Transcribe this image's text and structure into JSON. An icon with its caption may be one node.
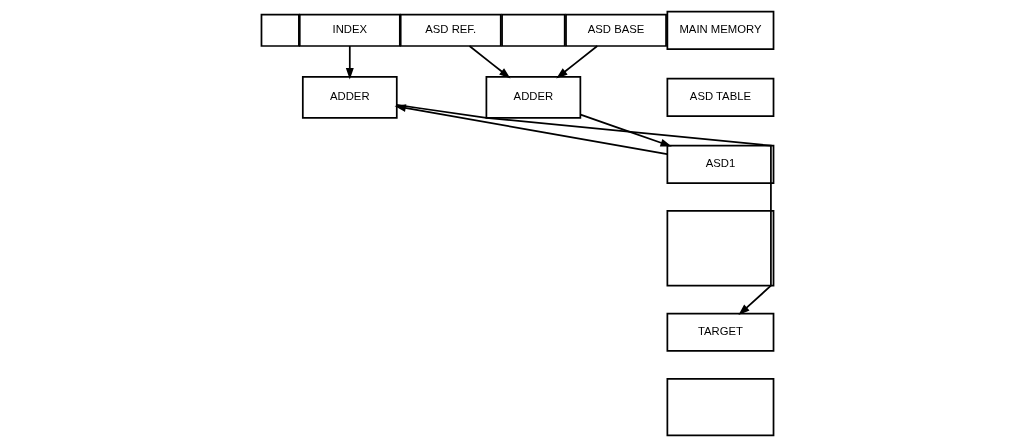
{
  "diagram": {
    "nodes": [
      {
        "text": [],
        "shape": "box"
      },
      {
        "text": [
          "INDEX"
        ]
      },
      {
        "text": [
          "ASD REF."
        ]
      },
      {
        "text": [],
        "shape": "box"
      },
      {
        "text": [
          "ASD BASE"
        ]
      },
      {
        "text": [
          "MAIN MEMORY"
        ]
      },
      {
        "text": [
          "ASD TABLE"
        ]
      },
      {
        "text": [
          "ASD1"
        ]
      },
      {
        "text": [],
        "shape": "box"
      },
      {
        "text": [
          "TARGET"
        ]
      },
      {
        "text": [],
        "shape": "box"
      },
      {
        "text": [
          "ADDER"
        ]
      },
      {
        "text": [
          "ADDER"
        ]
      }
    ],
    "edges": [
      {
        "from": 2,
        "to": 11,
        "arrow": "to"
      },
      {
        "from": 4,
        "to": 11,
        "arrow": "to"
      },
      {
        "from": 11,
        "to": 7,
        "arrow": "to"
      },
      {
        "from": 7,
        "to": 12,
        "arrow": "to"
      },
      {
        "from": 1,
        "to": 12,
        "arrow": "to"
      },
      {
        "from": 12,
        "to": 9,
        "arrow": "to"
      }
    ]
  }
}
